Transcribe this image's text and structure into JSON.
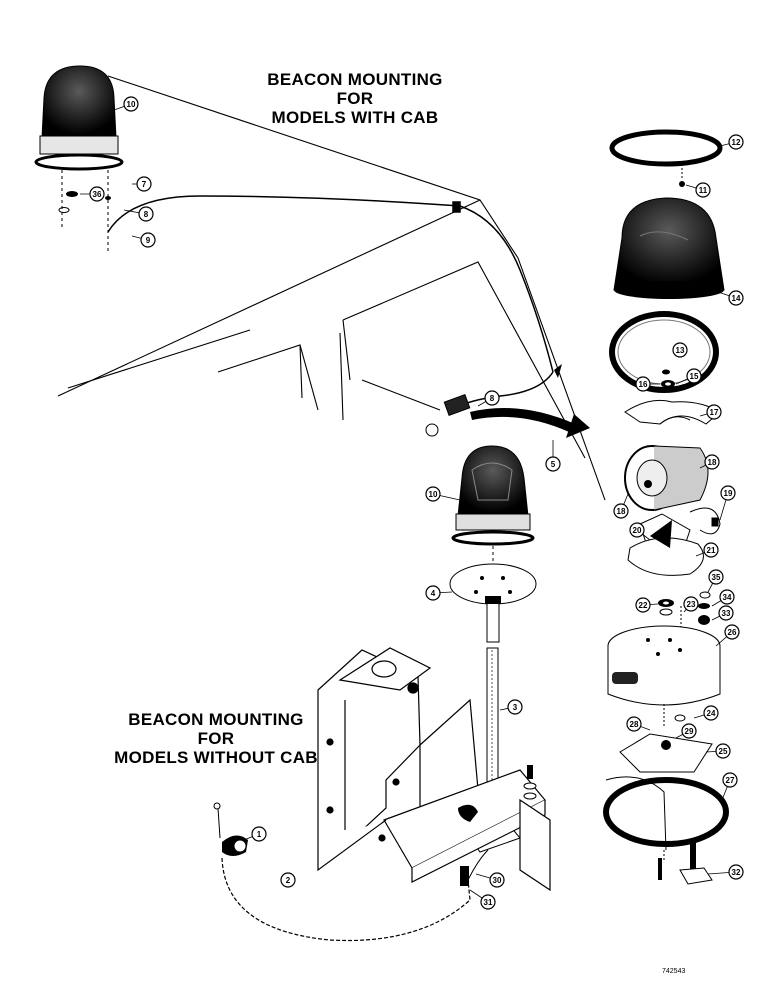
{
  "titles": {
    "cab": [
      "BEACON MOUNTING",
      "FOR",
      "MODELS WITH CAB"
    ],
    "no_cab": [
      "BEACON MOUNTING",
      "FOR",
      "MODELS WITHOUT CAB"
    ]
  },
  "callouts": [
    {
      "id": "c10a",
      "label": "10"
    },
    {
      "id": "c7",
      "label": "7"
    },
    {
      "id": "c36",
      "label": "36"
    },
    {
      "id": "c8a",
      "label": "8"
    },
    {
      "id": "c9",
      "label": "9"
    },
    {
      "id": "c12",
      "label": "12"
    },
    {
      "id": "c11",
      "label": "11"
    },
    {
      "id": "c14",
      "label": "14"
    },
    {
      "id": "c13",
      "label": "13"
    },
    {
      "id": "c16",
      "label": "16"
    },
    {
      "id": "c15",
      "label": "15"
    },
    {
      "id": "c8b",
      "label": "8"
    },
    {
      "id": "c17",
      "label": "17"
    },
    {
      "id": "c5",
      "label": "5"
    },
    {
      "id": "c10b",
      "label": "10"
    },
    {
      "id": "c18a",
      "label": "18"
    },
    {
      "id": "c18b",
      "label": "18"
    },
    {
      "id": "c19",
      "label": "19"
    },
    {
      "id": "c20",
      "label": "20"
    },
    {
      "id": "c21",
      "label": "21"
    },
    {
      "id": "c4",
      "label": "4"
    },
    {
      "id": "c35",
      "label": "35"
    },
    {
      "id": "c34",
      "label": "34"
    },
    {
      "id": "c22",
      "label": "22"
    },
    {
      "id": "c23",
      "label": "23"
    },
    {
      "id": "c33",
      "label": "33"
    },
    {
      "id": "c26",
      "label": "26"
    },
    {
      "id": "c3",
      "label": "3"
    },
    {
      "id": "c24",
      "label": "24"
    },
    {
      "id": "c28",
      "label": "28"
    },
    {
      "id": "c29",
      "label": "29"
    },
    {
      "id": "c25",
      "label": "25"
    },
    {
      "id": "c27",
      "label": "27"
    },
    {
      "id": "c1",
      "label": "1"
    },
    {
      "id": "c2",
      "label": "2"
    },
    {
      "id": "c30",
      "label": "30"
    },
    {
      "id": "c31",
      "label": "31"
    },
    {
      "id": "c32",
      "label": "32"
    }
  ],
  "reference_number": "742543"
}
